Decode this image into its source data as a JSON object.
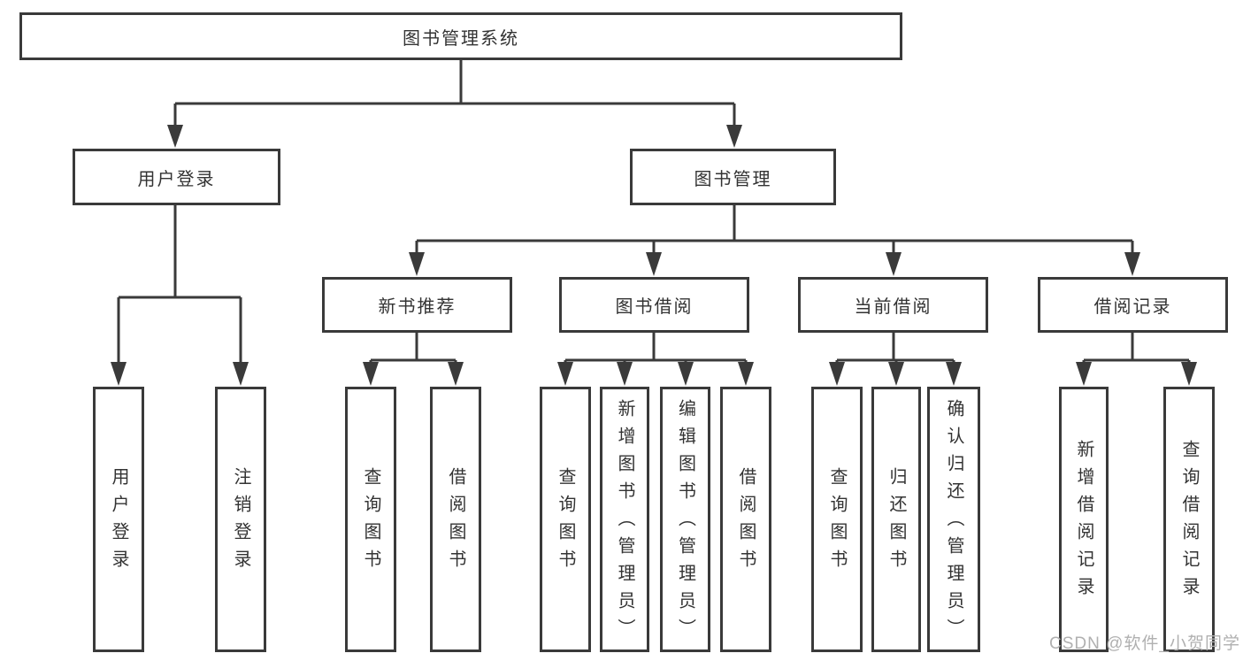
{
  "diagram_type": "hierarchy",
  "tree": {
    "label": "图书管理系统",
    "children": [
      {
        "label": "用户登录",
        "children": [
          {
            "label": "用户登录"
          },
          {
            "label": "注销登录"
          }
        ]
      },
      {
        "label": "图书管理",
        "children": [
          {
            "label": "新书推荐",
            "children": [
              {
                "label": "查询图书"
              },
              {
                "label": "借阅图书"
              }
            ]
          },
          {
            "label": "图书借阅",
            "children": [
              {
                "label": "查询图书"
              },
              {
                "label": "新增图书（管理员）"
              },
              {
                "label": "编辑图书（管理员）"
              },
              {
                "label": "借阅图书"
              }
            ]
          },
          {
            "label": "当前借阅",
            "children": [
              {
                "label": "查询图书"
              },
              {
                "label": "归还图书"
              },
              {
                "label": "确认归还（管理员）"
              }
            ]
          },
          {
            "label": "借阅记录",
            "children": [
              {
                "label": "新增借阅记录"
              },
              {
                "label": "查询借阅记录"
              }
            ]
          }
        ]
      }
    ]
  },
  "watermark": "CSDN @软件_小贺同学",
  "colors": {
    "line": "#3a3a3a",
    "text": "#333333",
    "background": "#ffffff",
    "watermark": "#b0b0b0"
  }
}
